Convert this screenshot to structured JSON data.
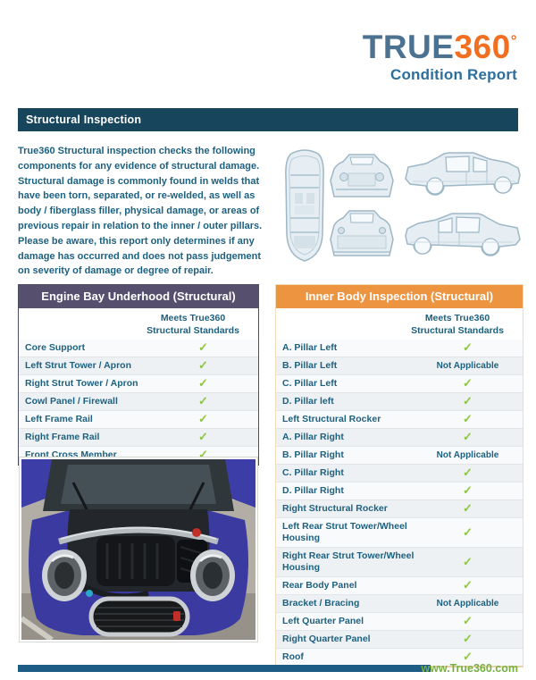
{
  "logo": {
    "brand_blue": "TRUE",
    "brand_orange": "360",
    "degree": "°",
    "subtitle": "Condition Report"
  },
  "section": {
    "title": "Structural Inspection"
  },
  "intro_text": "True360 Structural inspection checks the following components for any evidence of structural damage. Structural damage is commonly found in welds that have been torn, separated, or re-welded, as well as body / fiberglass filler, physical damage, or areas of previous repair in relation to the inner / outer pillars. Please be aware, this report only determines if any damage has occurred and does not pass judgement on severity of damage or degree of repair.",
  "status_labels": {
    "check_glyph": "✓",
    "not_applicable": "Not Applicable"
  },
  "tables": {
    "engine_bay": {
      "title": "Engine Bay Underhood (Structural)",
      "standards_header": {
        "line1": "Meets True360",
        "line2": "Structural Standards"
      },
      "rows": [
        {
          "label": "Core Support",
          "status": "check"
        },
        {
          "label": "Left Strut Tower / Apron",
          "status": "check"
        },
        {
          "label": "Right Strut Tower / Apron",
          "status": "check"
        },
        {
          "label": "Cowl Panel / Firewall",
          "status": "check"
        },
        {
          "label": "Left Frame Rail",
          "status": "check"
        },
        {
          "label": "Right Frame Rail",
          "status": "check"
        },
        {
          "label": "Front Cross Member",
          "status": "check"
        }
      ]
    },
    "inner_body": {
      "title": "Inner Body Inspection (Structural)",
      "standards_header": {
        "line1": "Meets True360",
        "line2": "Structural Standards"
      },
      "rows": [
        {
          "label": "A. Pillar Left",
          "status": "check"
        },
        {
          "label": "B. Pillar Left",
          "status": "na"
        },
        {
          "label": "C. Pillar Left",
          "status": "check"
        },
        {
          "label": "D. Pillar left",
          "status": "check"
        },
        {
          "label": "Left Structural Rocker",
          "status": "check"
        },
        {
          "label": "A. Pillar Right",
          "status": "check"
        },
        {
          "label": "B. Pillar Right",
          "status": "na"
        },
        {
          "label": "C. Pillar Right",
          "status": "check"
        },
        {
          "label": "D. Pillar Right",
          "status": "check"
        },
        {
          "label": "Right Structural Rocker",
          "status": "check"
        },
        {
          "label": "Left Rear Strut Tower/Wheel Housing",
          "status": "check"
        },
        {
          "label": "Right Rear Strut Tower/Wheel Housing",
          "status": "check"
        },
        {
          "label": "Rear Body Panel",
          "status": "check"
        },
        {
          "label": "Bracket / Bracing",
          "status": "na"
        },
        {
          "label": "Left Quarter Panel",
          "status": "check"
        },
        {
          "label": "Right Quarter Panel",
          "status": "check"
        },
        {
          "label": "Roof",
          "status": "check"
        }
      ]
    }
  },
  "footer": {
    "url": "www.True360.com"
  },
  "colors": {
    "section_bar": "#17455c",
    "intro_text": "#1d6180",
    "engine_bay_header_bg": "#56506e",
    "inner_body_header_bg": "#ec9440",
    "check_green": "#8dc63f",
    "footer_bar": "#1d5c85",
    "footer_link_green": "#76b043",
    "logo_blue": "#4c7292",
    "logo_orange": "#f26f21"
  }
}
